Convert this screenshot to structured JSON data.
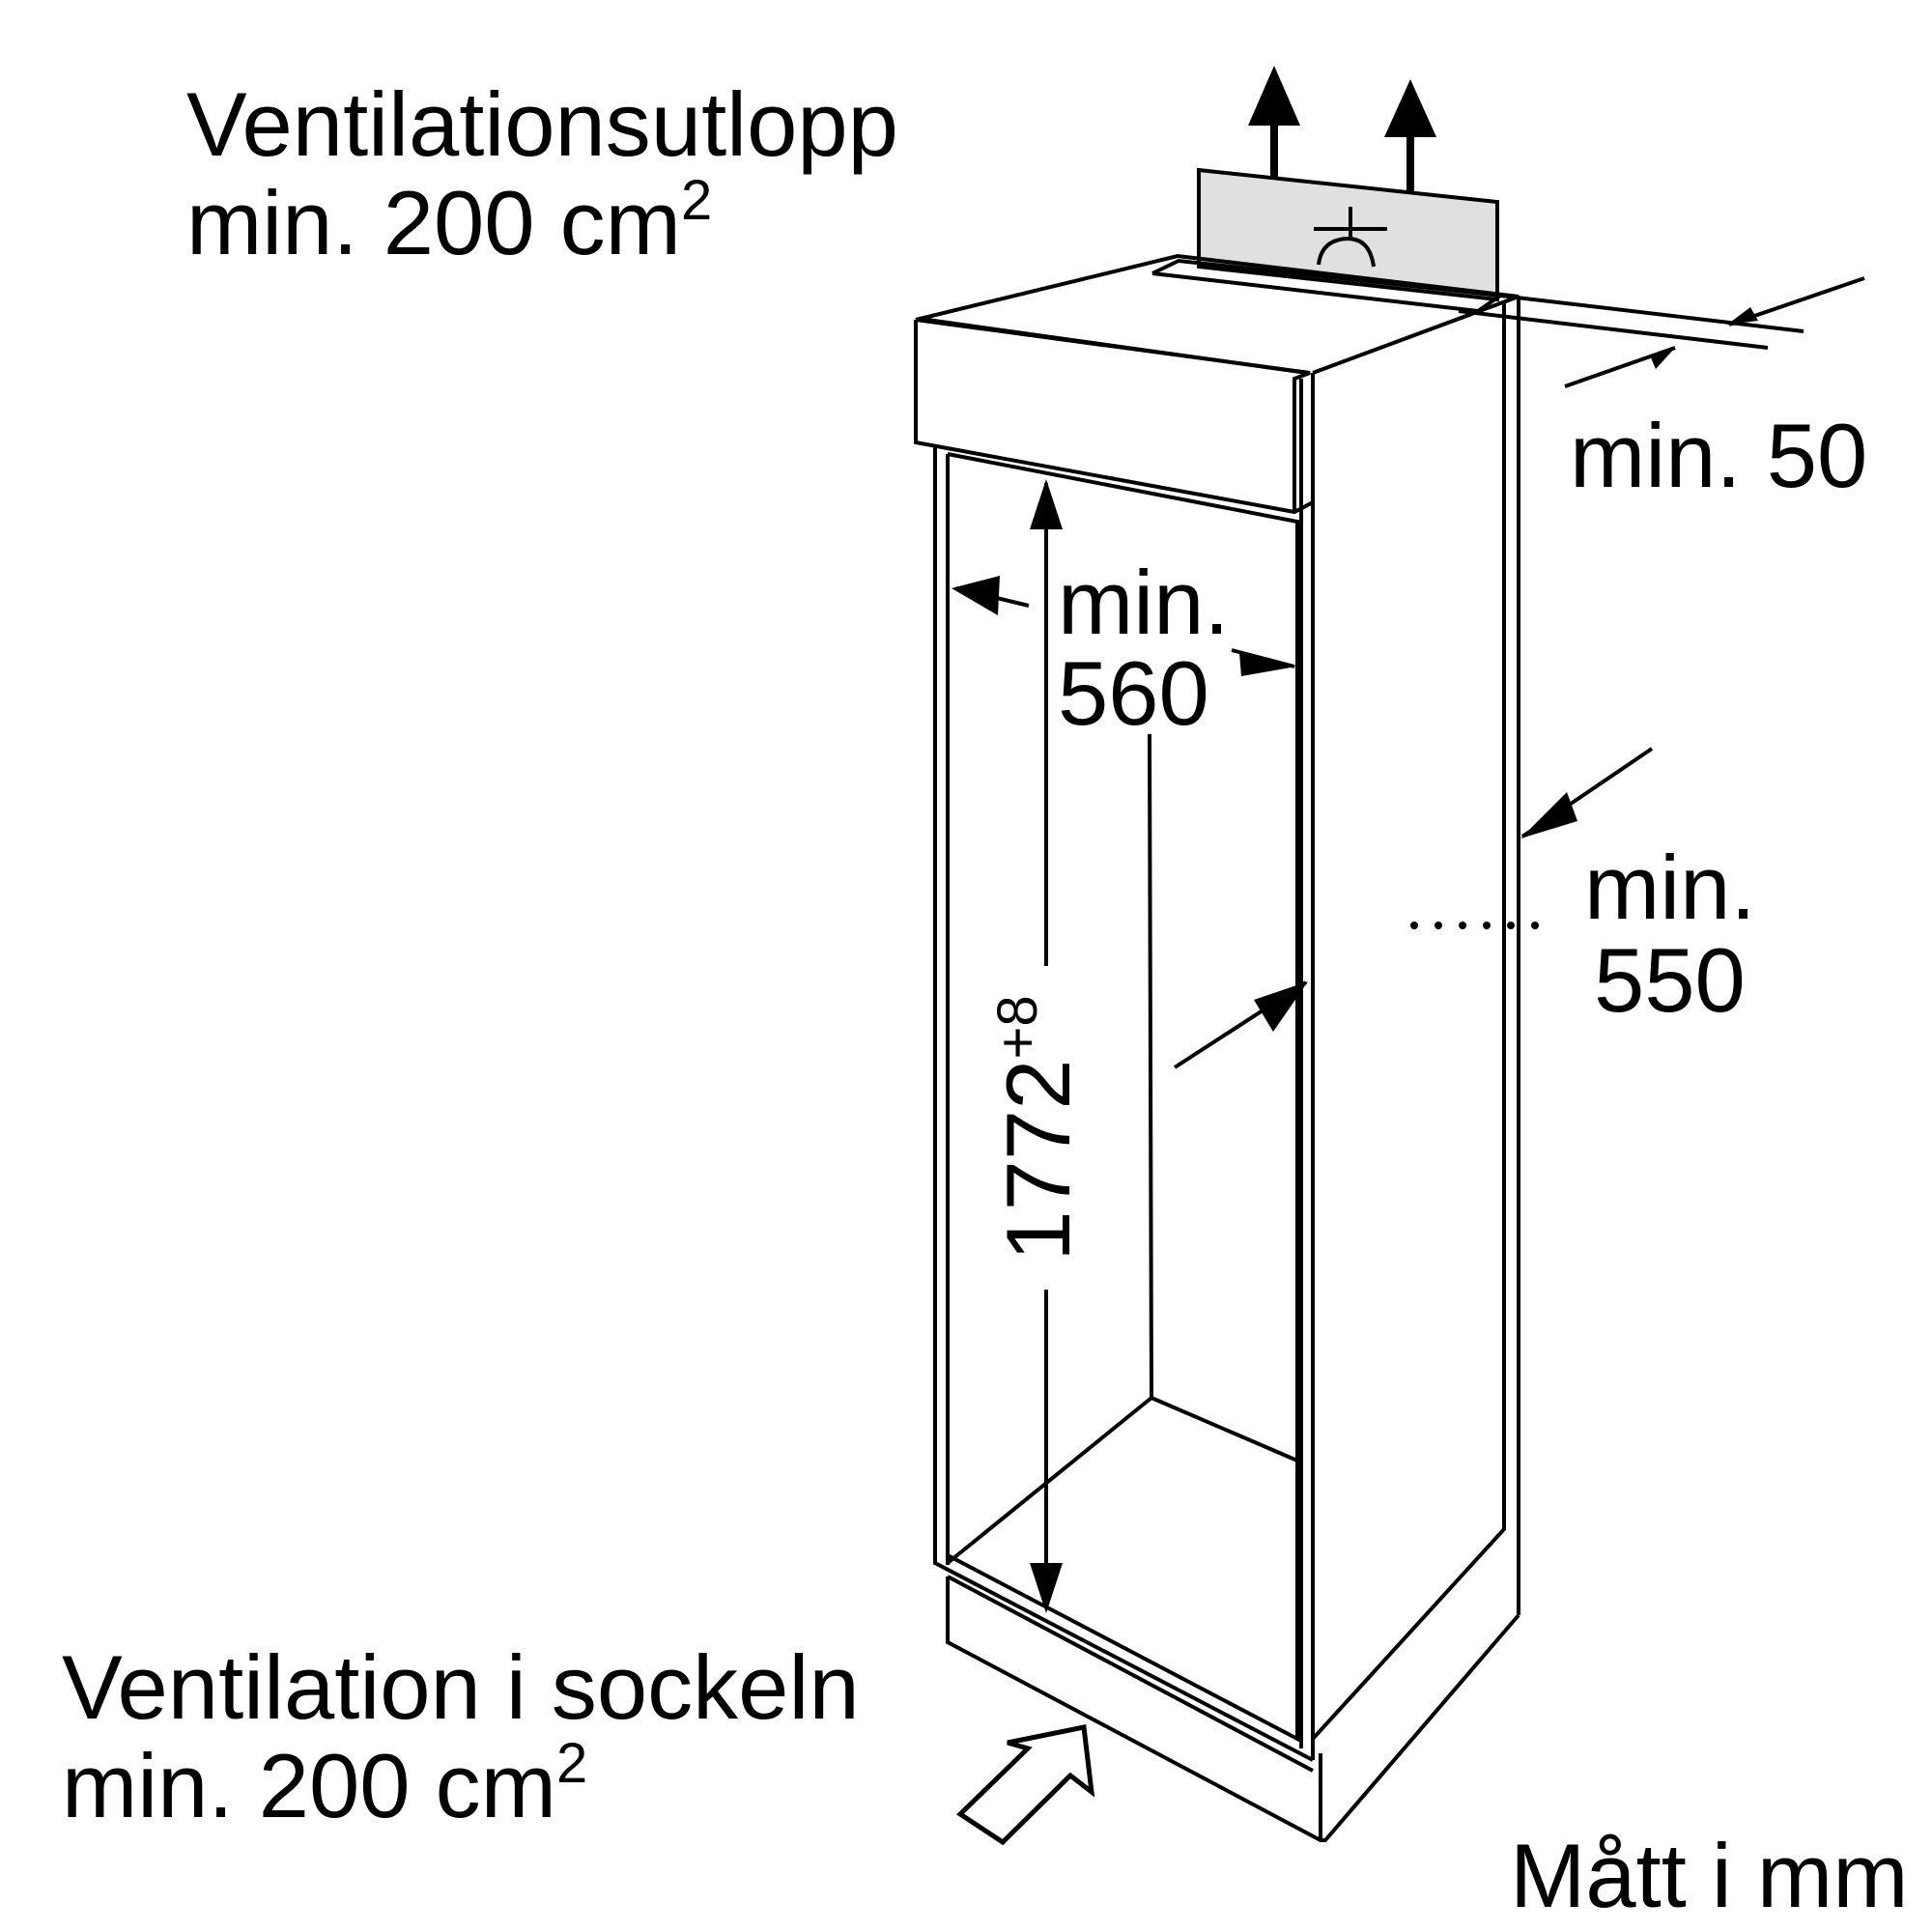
{
  "labels": {
    "top_vent_line1": "Ventilationsutlopp",
    "top_vent_line2": "min. 200 cm",
    "top_vent_sup": "2",
    "bottom_vent_line1": "Ventilation i sockeln",
    "bottom_vent_line2": "min. 200 cm",
    "bottom_vent_sup": "2",
    "clearance_top": "min. 50",
    "width_line1": "min.",
    "width_line2": "560",
    "depth_line1": "min.",
    "depth_line2": "550",
    "height_value": "1772",
    "height_tolerance": "+8",
    "units": "Mått i mm"
  },
  "icons": {
    "fan_symbol": "fan-icon",
    "air_in": "air-inlet-arrow-icon",
    "air_out": "air-outlet-arrow-icon"
  },
  "colors": {
    "line": "#000000",
    "vent_grille_fill": "#e0e0e0",
    "background": "#ffffff"
  }
}
